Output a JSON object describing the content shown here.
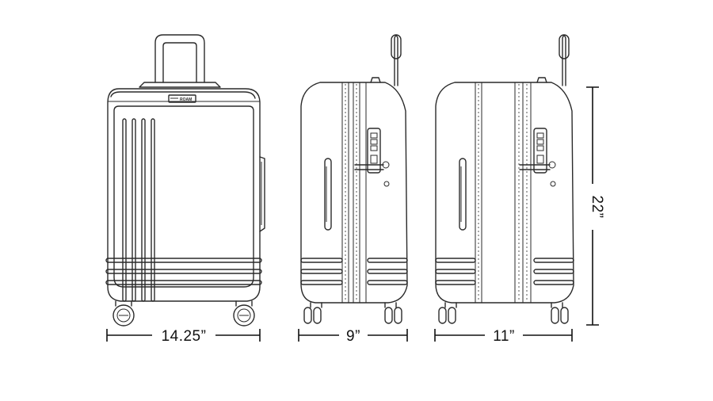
{
  "brand_label": "ROAM",
  "dimensions": {
    "width": "14.25”",
    "depth_front": "9”",
    "depth_side": "11”",
    "height": "22”"
  },
  "views": [
    {
      "name": "front-view"
    },
    {
      "name": "side-view-narrow"
    },
    {
      "name": "side-view-wide"
    }
  ]
}
